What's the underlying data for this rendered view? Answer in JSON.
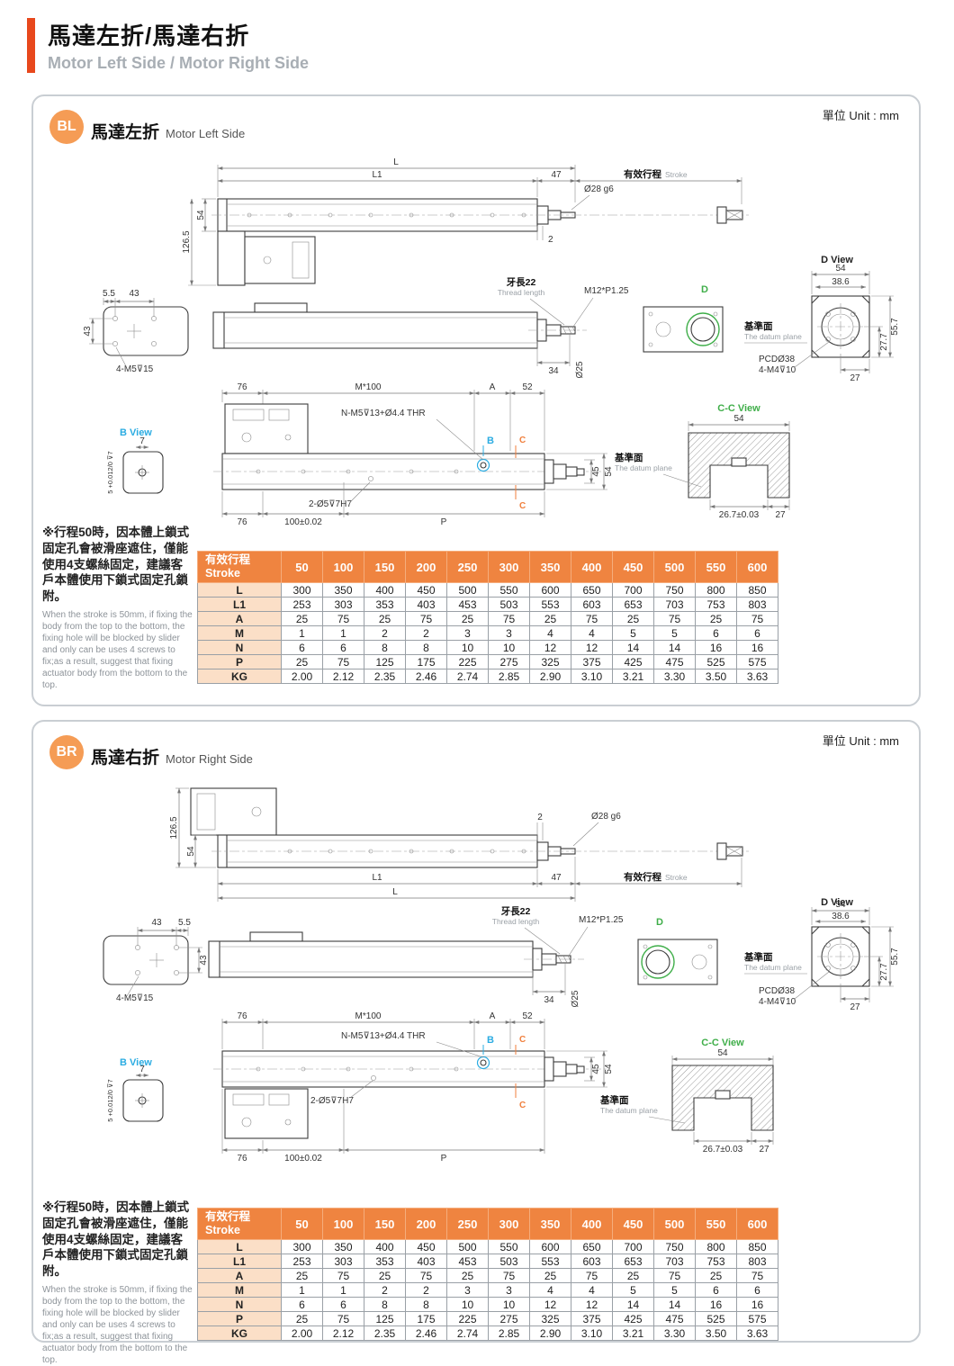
{
  "header": {
    "title_zh": "馬達左折/馬達右折",
    "title_en": "Motor Left Side / Motor Right Side"
  },
  "unit_label": "單位 Unit : mm",
  "panels": [
    {
      "badge": "BL",
      "title_zh": "馬達左折",
      "title_en": "Motor Left Side"
    },
    {
      "badge": "BR",
      "title_zh": "馬達右折",
      "title_en": "Motor Right Side"
    }
  ],
  "note": {
    "zh": "※行程50時，因本體上鎖式固定孔會被滑座遮住，僅能使用4支螺絲固定，建議客戶本體使用下鎖式固定孔鎖附。",
    "en": "When the stroke is 50mm, if fixing the body from the top to the bottom, the fixing hole will be blocked by slider and only can be uses 4 screws to fix;as a result, suggest that fixing actuator body from the bottom to the top."
  },
  "dims": {
    "L": "L",
    "L1": "L1",
    "d47": "47",
    "stroke_zh": "有效行程",
    "stroke_en": "Stroke",
    "rod": "Ø28 g6",
    "d2": "2",
    "d54": "54",
    "d126": "126.5",
    "d55": "5.5",
    "d43": "43",
    "m5": "4-M5⊽15",
    "thread_zh": "牙長22",
    "thread_en": "Thread length",
    "m12": "M12*P1.25",
    "d34": "34",
    "d25": "Ø25",
    "D": "D",
    "d_view": "D View",
    "d386": "38.6",
    "d277": "27.7",
    "d557": "55.7",
    "datum_zh": "基準面",
    "datum_en": "The datum plane",
    "pcd": "PCDØ38",
    "m4": "4-M4⊽10",
    "d27": "27",
    "d76": "76",
    "m100": "M*100",
    "A": "A",
    "d52": "52",
    "b_view": "B View",
    "d7": "7",
    "b_tol": "5 +0.012/0 ⊽7",
    "nm5": "N-M5⊽13+Ø4.4 THR",
    "B": "B",
    "C": "C",
    "d45": "45",
    "holes": "2-Ø5⊽7H7",
    "d100": "100±0.02",
    "P": "P",
    "cc_view": "C-C View",
    "d267": "26.7±0.03"
  },
  "table": {
    "header_zh": "有效行程",
    "header_en": "Stroke",
    "strokes": [
      "50",
      "100",
      "150",
      "200",
      "250",
      "300",
      "350",
      "400",
      "450",
      "500",
      "550",
      "600"
    ],
    "rows": [
      {
        "label": "L",
        "values": [
          "300",
          "350",
          "400",
          "450",
          "500",
          "550",
          "600",
          "650",
          "700",
          "750",
          "800",
          "850"
        ]
      },
      {
        "label": "L1",
        "values": [
          "253",
          "303",
          "353",
          "403",
          "453",
          "503",
          "553",
          "603",
          "653",
          "703",
          "753",
          "803"
        ]
      },
      {
        "label": "A",
        "values": [
          "25",
          "75",
          "25",
          "75",
          "25",
          "75",
          "25",
          "75",
          "25",
          "75",
          "25",
          "75"
        ]
      },
      {
        "label": "M",
        "values": [
          "1",
          "1",
          "2",
          "2",
          "3",
          "3",
          "4",
          "4",
          "5",
          "5",
          "6",
          "6"
        ]
      },
      {
        "label": "N",
        "values": [
          "6",
          "6",
          "8",
          "8",
          "10",
          "10",
          "12",
          "12",
          "14",
          "14",
          "16",
          "16"
        ]
      },
      {
        "label": "P",
        "values": [
          "25",
          "75",
          "125",
          "175",
          "225",
          "275",
          "325",
          "375",
          "425",
          "475",
          "525",
          "575"
        ]
      },
      {
        "label": "KG",
        "values": [
          "2.00",
          "2.12",
          "2.35",
          "2.46",
          "2.74",
          "2.85",
          "2.90",
          "3.10",
          "3.21",
          "3.30",
          "3.50",
          "3.63"
        ]
      }
    ]
  },
  "colors": {
    "accent": "#e8481c",
    "badge": "#f59c55",
    "table_header": "#ef8440",
    "table_label_bg": "#fbdfc7",
    "green": "#3fae49",
    "blue": "#2bace2",
    "orange": "#f07f3c"
  }
}
